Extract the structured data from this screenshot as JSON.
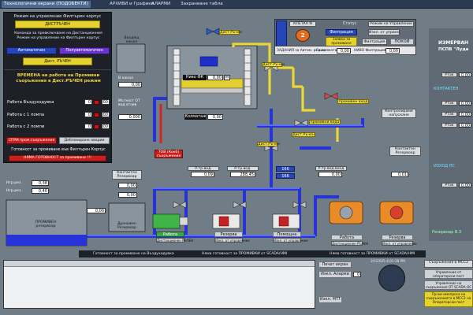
{
  "tabs": [
    {
      "label": "Технологични екрани (ПОДОБЕКТИ)",
      "active": true
    },
    {
      "label": "АРХИВИ и Графики",
      "active": false
    },
    {
      "label": "АЛАРМИ",
      "active": false
    },
    {
      "label": "Захранване табла",
      "active": false
    }
  ],
  "left_panel": {
    "title": "Режим на управление Филтърен корпус",
    "mode_btn": "ДИСТРЪЧЕН",
    "cmd_title": "Команда за превключване на Дистанционния Режим на управление на Филтърен корпус",
    "btn_auto": "Автоматичен",
    "btn_semi": "Полуавтоматичен",
    "btn_manual": "Дист. РЪЧЕН",
    "times_title": "ВРЕМЕНА на работа на Промивни съоръжения в Дист.РЪЧЕН режим",
    "rows": [
      {
        "label": "Работа Въздуходувка",
        "v1": "0",
        "v2": "00"
      },
      {
        "label": "Работа с 1 помпа",
        "v1": "0",
        "v2": "00"
      },
      {
        "label": "Работа с 2 помпи",
        "v1": "0",
        "v2": "00"
      }
    ],
    "stop_btn": "СПРИ пром.съоръжения",
    "block_btn": "Деблокиране аварии",
    "ready_title": "Готовност за промиване във Филтърен Корпус",
    "ready_alarm": "НЯМА ГОТОВНОСТ за промиване !!!"
  },
  "valve_col": {
    "title": "Входящ канал",
    "l1": "В канал",
    "v1": "0,00",
    "l2": "Мътност ОТ вод.отлив",
    "v2": "0,000"
  },
  "filter": {
    "level_label": "Ниво ФК",
    "level_val": "0,00",
    "level_unit": "m",
    "inlet_label": "Колматаж",
    "inlet_val": "0,00",
    "tag_top": "Дист.Ръчен",
    "tag_mid": "Дист.Ръчен"
  },
  "right_header": {
    "kletka_label": "КЛЕТКА N",
    "kletka_num": "2",
    "status_label": "Статус",
    "status_mode": "Режим на Управление",
    "filtr_btn": "Филтрация",
    "isk_label": "Изкл. от упрвен.",
    "wait_btn": "Заявка за промиване",
    "fl_label": "Филтрация",
    "rest_btn": "ПОКОЙ",
    "zad_label": "ЗАДАНИЯ за Автом. режим",
    "zad_cap1": "Гр.колматаж",
    "zad_v1": "0,00",
    "zad_cap2": "НИВО Филтрация",
    "zad_v2": "0,00"
  },
  "far_right": {
    "title": "ИЗМЕРВАН",
    "subtitle": "ПСПВ \"Луда",
    "rows": [
      "РТак",
      "РТак",
      "РТак",
      "РТак",
      "РТак"
    ],
    "val": "0,00",
    "contacts": "КОНТАКТЕН",
    "izhod": "ИЗХОД ПС",
    "reservoir": "Резервоар В.З"
  },
  "process": {
    "tov": "ТОВ (Кокб) съоръжения",
    "ptr_label": "Р.тр.вод.",
    "ptr_val": "0,09",
    "pin_label": "Р.тр.вод.",
    "pin_val": "288,45",
    "flow_val1": "166",
    "flow_val2": "166",
    "air_label": "Р.тр.вод.вход",
    "air_val": "0,00",
    "air2_val": "0,01",
    "contact_res": "Контактен Резервоар",
    "contact_res2": "Контактен Резервоар",
    "contr_promiv": "Контролираме напускане",
    "promiv_label": "промивен вход",
    "promiv2": "промивни вода",
    "fire_label": "Дист.Ръчен",
    "dist_tag": "Дист.Ръчен"
  },
  "bottom_left": {
    "promiv_res": "ПРОМИВЕН резервоар",
    "level1_lbl": "Нгр.рез.",
    "level1": "0,38",
    "level2_lbl": "Нгр.рез.",
    "level2": "0,40",
    "reserve_lbl": "Контактен Резервоар",
    "v_a": "0,00",
    "v_b": "0,00",
    "drain": "Дренажен Резервоар",
    "pump_val": "0,00"
  },
  "pumps": [
    {
      "state": "Работа",
      "tag": "Дистанционен РЪЧЕН"
    },
    {
      "state": "Резерва",
      "tag": "Изкл. от управление"
    },
    {
      "state": "Помощна",
      "tag": "Изкл. от управление"
    }
  ],
  "blowers": [
    {
      "state": "Работа",
      "tag": "Дистанционен РЪЧЕН"
    },
    {
      "state": "Резерва",
      "tag": "Изкл. от управление"
    }
  ],
  "status_bar": {
    "left": "Готовност за промиване на Въздуходувка",
    "mid": "Няма готовност за ПРОМИВКИ от SCADA/HMI",
    "right": "Няма готовност за ПРОМИВКИ от SCADA/HMI"
  },
  "footer_right": {
    "print": "Печат екран",
    "datetime": "3/5/2025 4:01:28 PM",
    "mcc_title": "Съоръжения в MCC2",
    "mcc_sub": "Управление от операторски пост",
    "ctl_label": "Управление на съоръжения ОТ SCADA-OC",
    "alarm_btn": "Изкл. Аларми",
    "alarm_val": "0",
    "ok_btn": "Изкл. MTT",
    "warn": "Пуски имепроса на съоръженията в MCC2 на Операторски пост"
  },
  "colors": {
    "pipe": "#2633d8",
    "yellow_pipe": "#e8d63a",
    "bg": "#707c86"
  }
}
